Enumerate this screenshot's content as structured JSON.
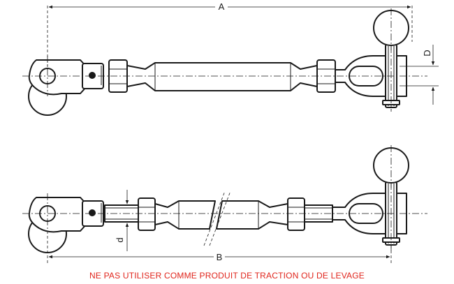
{
  "dimensions": {
    "a": "A",
    "b": "B",
    "d_upper": "D",
    "d_lower": "d"
  },
  "warning": {
    "text": "NE PAS UTILISER COMME PRODUIT DE TRACTION OU DE LEVAGE",
    "color": "#e0241b"
  },
  "colors": {
    "line": "#1a1a1a",
    "background": "#ffffff"
  }
}
